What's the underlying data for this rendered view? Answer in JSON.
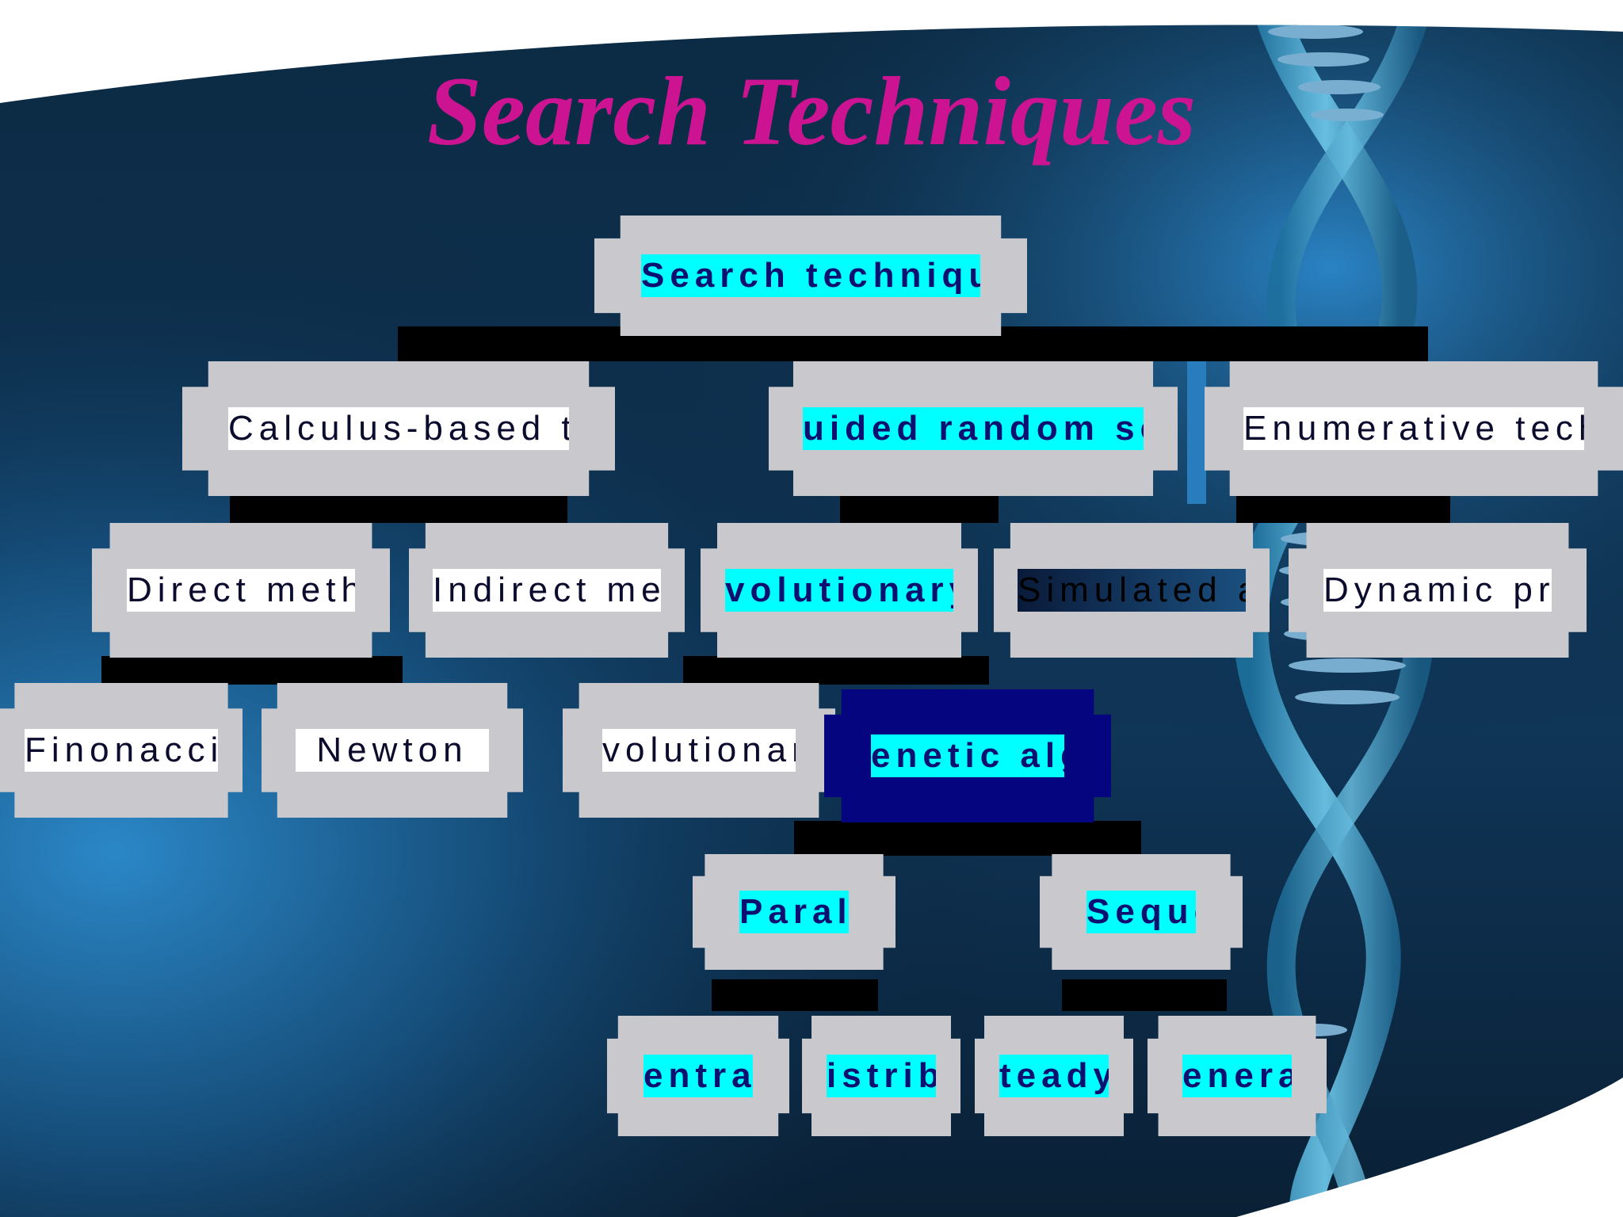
{
  "slide": {
    "title": "Search Techniques"
  },
  "colors": {
    "title": "#cc1493",
    "node_fill": "#c9c8cc",
    "highlight_node_fill": "#050580",
    "label_cyan": "#00ffff",
    "label_white": "#ffffff",
    "connector": "#000000",
    "background": "#0f3a5c"
  },
  "tree": {
    "root": "Search techniques",
    "level1": {
      "calculus": "Calculus-based techniques",
      "guided": "uided random search technique",
      "enumerative": "Enumerative techniques"
    },
    "level2": {
      "direct": "Direct methods",
      "indirect": "Indirect methods",
      "evolutionary": "volutionary algorithm",
      "annealing": "Simulated annealing",
      "dynamic": "Dynamic programming"
    },
    "level3": {
      "finonacci": "Finonacci",
      "newton": "Newton",
      "strategies": "volutionary strategie",
      "genetic": "enetic algorithms"
    },
    "level4": {
      "parallel": "Parallel",
      "sequential": "Sequential"
    },
    "level5": {
      "centralized": "entralized",
      "distributed": "istributed",
      "steady": "teady-stat",
      "generational": "enerationa"
    }
  },
  "icons": [
    "dna-helix-illustration"
  ]
}
